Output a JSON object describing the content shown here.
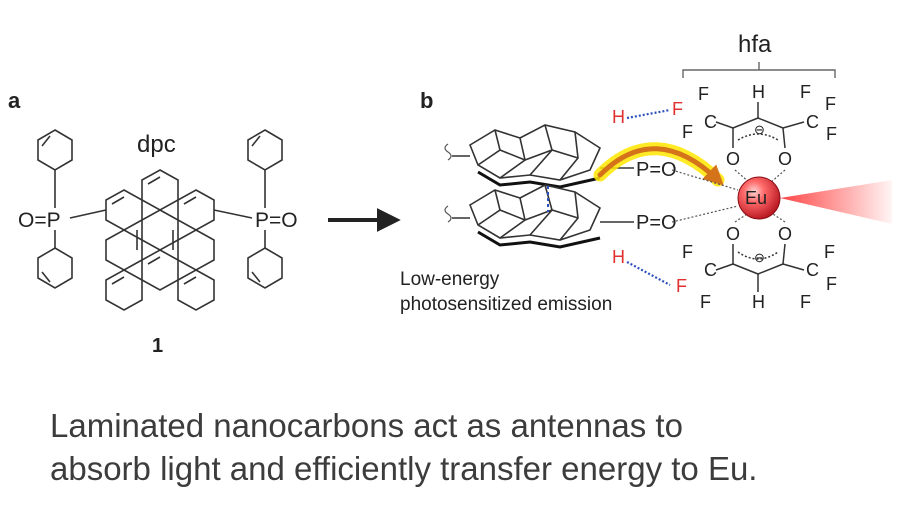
{
  "panel_a": {
    "label": "a",
    "molecule_name": "dpc",
    "compound_number": "1",
    "left_group": "O=P",
    "right_group": "P=O"
  },
  "panel_b": {
    "label": "b",
    "ligand_name": "hfa",
    "metal": "Eu",
    "emission_line1": "Low-energy",
    "emission_line2": "photosensitized emission",
    "phosphine_oxide_top": "P=O",
    "phosphine_oxide_bottom": "P=O"
  },
  "atoms": {
    "fluorine": "F",
    "hydrogen": "H",
    "carbon": "C",
    "oxygen": "O",
    "anion": "⊖"
  },
  "colors": {
    "energy_arrow": "#d4731a",
    "glow": "#ffe600",
    "hf_contact": "#2b4fbf",
    "highlight_atom": "#e03030",
    "eu_sphere": "#d9232e",
    "emission_beam": "#ff3b3b",
    "caption_text": "#3c3c3c"
  },
  "caption": {
    "line1": "Laminated nanocarbons act as antennas to",
    "line2": "absorb light and efficiently transfer energy to Eu."
  }
}
